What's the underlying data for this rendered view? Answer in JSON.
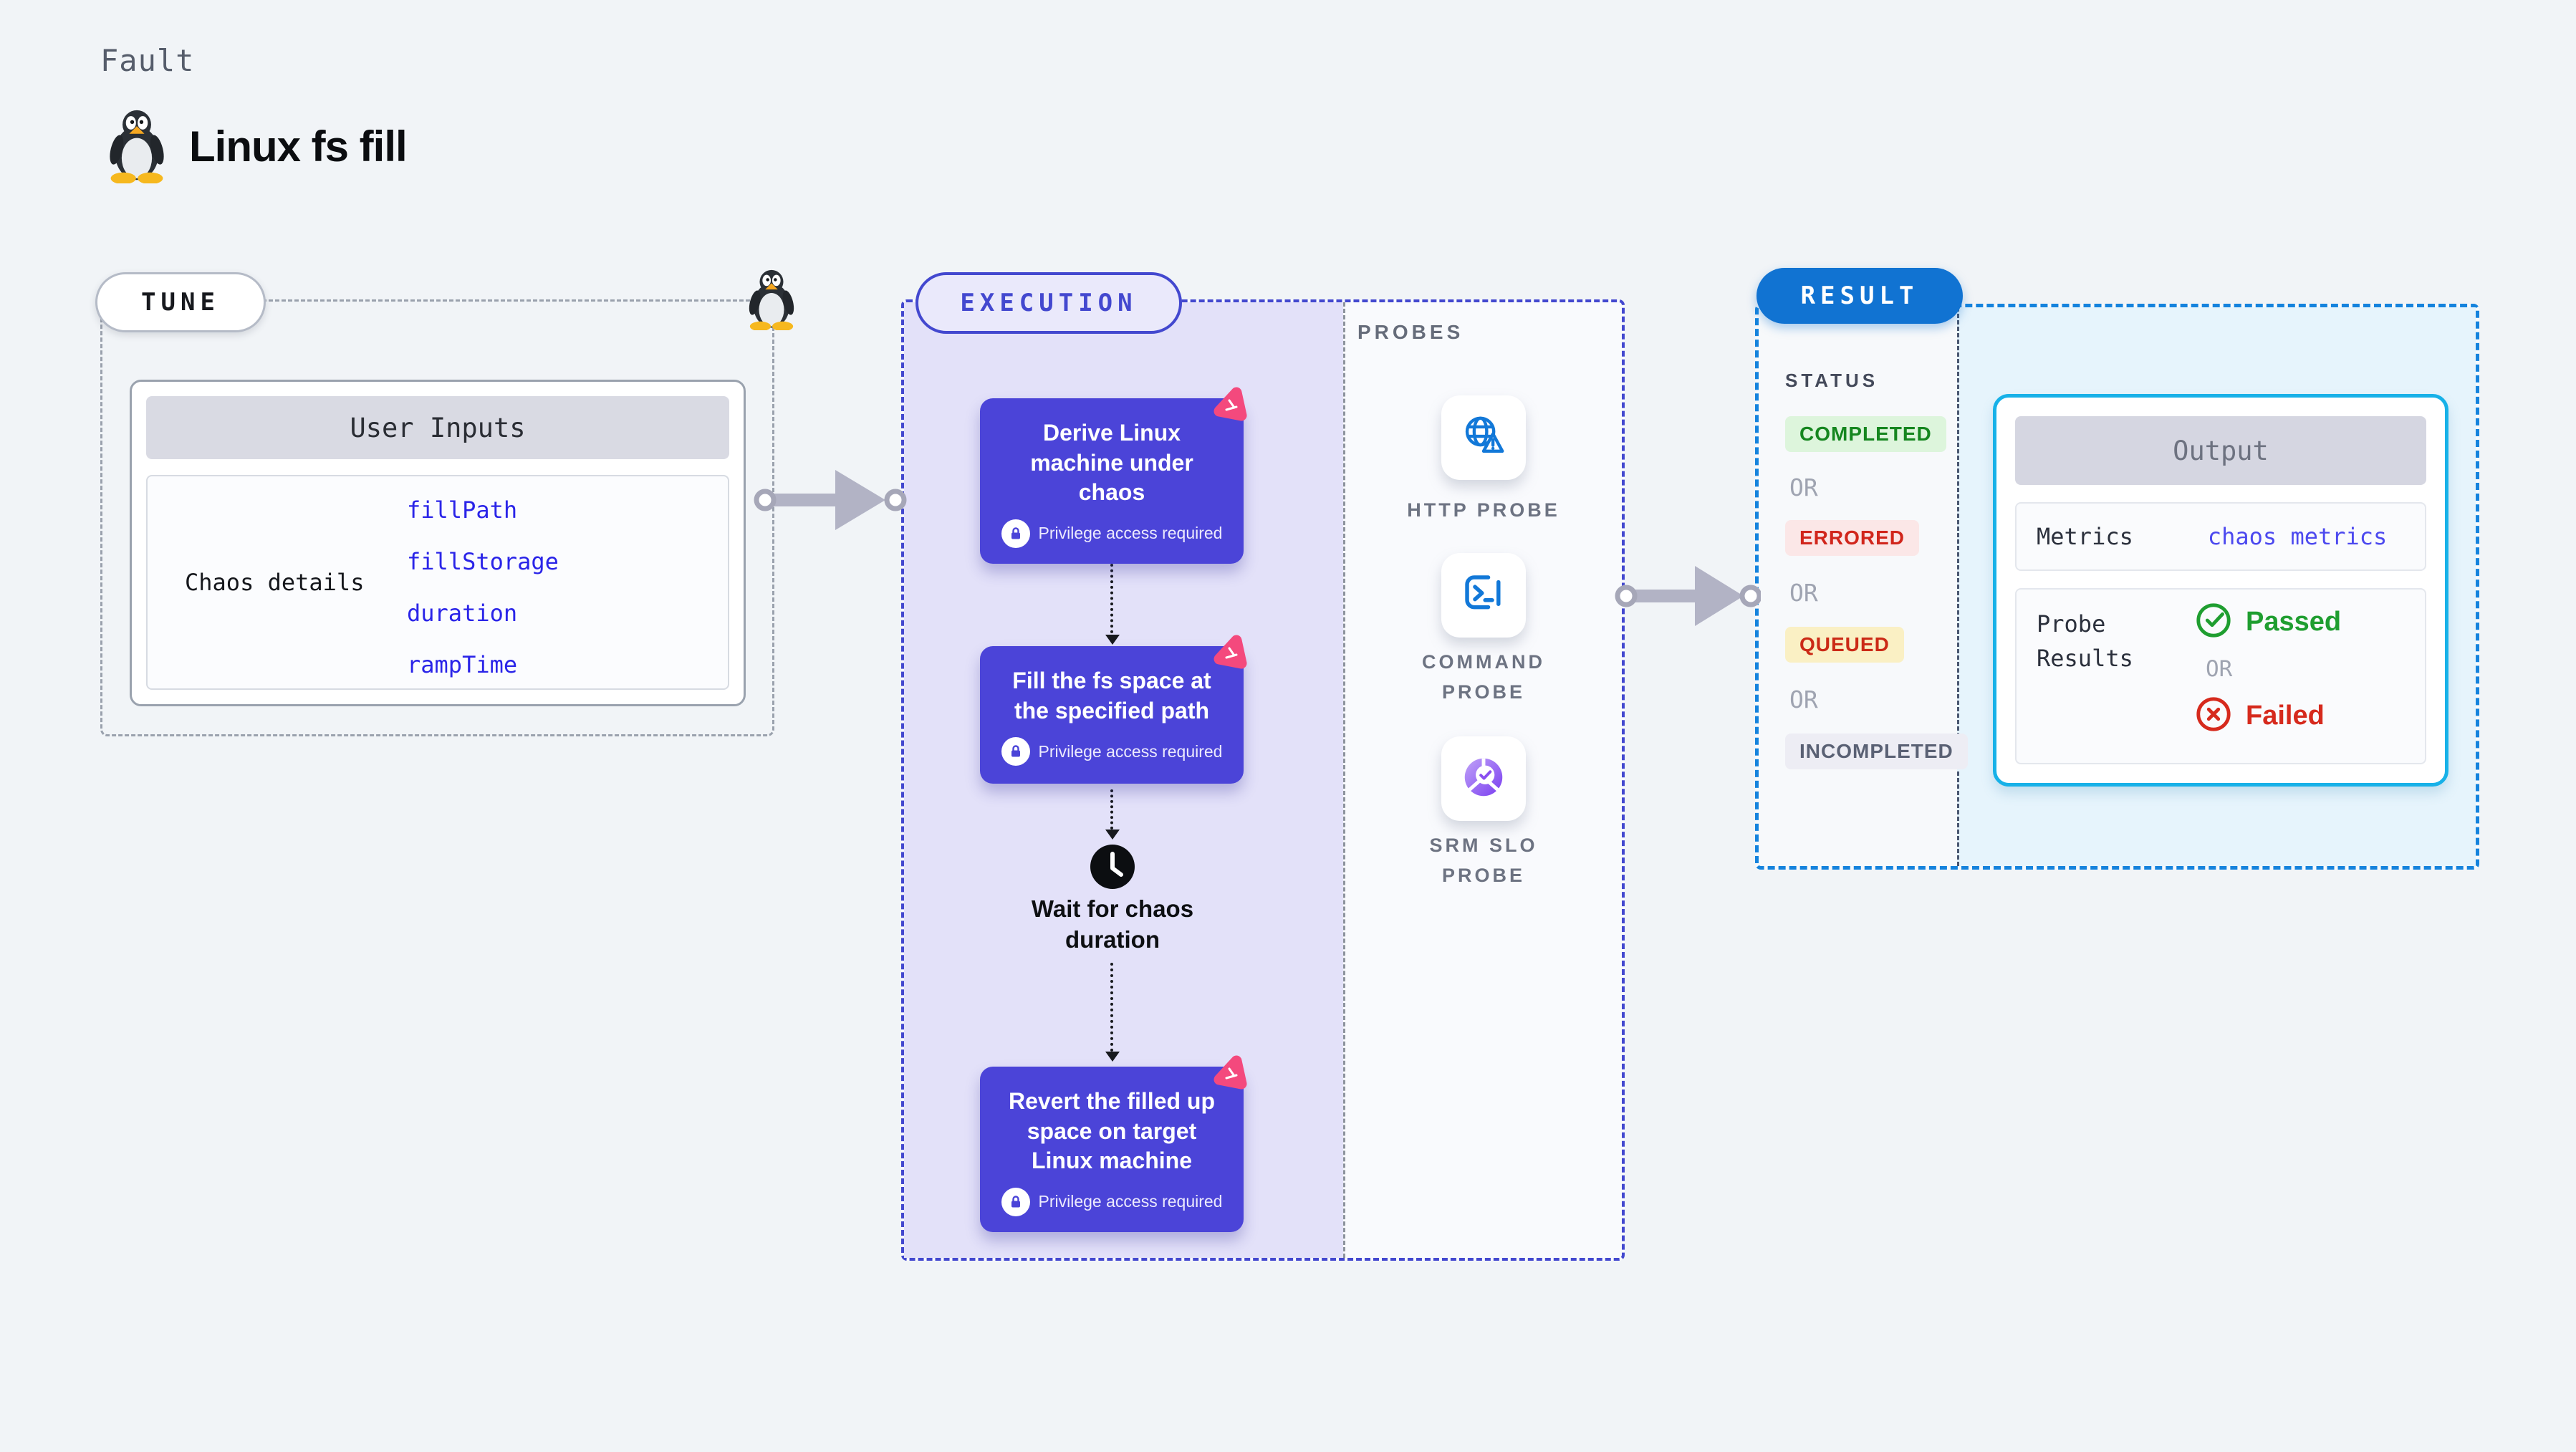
{
  "header": {
    "kicker": "Fault",
    "title": "Linux fs fill"
  },
  "tune": {
    "pill": "TUNE",
    "card": {
      "header": "User Inputs",
      "row_label": "Chaos details",
      "params": [
        "fillPath",
        "fillStorage",
        "duration",
        "rampTime"
      ]
    }
  },
  "execution": {
    "pill": "EXECUTION",
    "steps": [
      {
        "title": "Derive Linux machine under chaos",
        "badge": "Privilege access required"
      },
      {
        "title": "Fill the fs space at the specified path",
        "badge": "Privilege access required"
      },
      {
        "title": "Revert the filled up space on target Linux machine",
        "badge": "Privilege access required"
      }
    ],
    "wait_label": "Wait for chaos duration"
  },
  "probes": {
    "title": "PROBES",
    "items": [
      {
        "label": "HTTP PROBE",
        "icon": "http-probe-icon"
      },
      {
        "label": "COMMAND PROBE",
        "icon": "command-probe-icon"
      },
      {
        "label": "SRM SLO PROBE",
        "icon": "srm-slo-probe-icon"
      }
    ]
  },
  "result": {
    "pill": "RESULT",
    "status_title": "STATUS",
    "or": "OR",
    "statuses": [
      {
        "label": "COMPLETED",
        "style": "color:#15861f;background:#ddf5dc;"
      },
      {
        "label": "ERRORED",
        "style": "color:#d1261c;background:#fbe7e7;"
      },
      {
        "label": "QUEUED",
        "style": "color:#cb2a16;background:#faf0c4;"
      },
      {
        "label": "INCOMPLETED",
        "style": "color:#5a6174;background:#ededf4;"
      }
    ],
    "output": {
      "header": "Output",
      "metrics_label": "Metrics",
      "metrics_value": "chaos metrics",
      "probe_results_label": "Probe Results",
      "passed": "Passed",
      "failed": "Failed"
    }
  },
  "colors": {
    "page_bg": "#f1f4f7",
    "execution_accent": "#4348cf",
    "execution_fill": "#e3e1f9",
    "step_card": "#4b44d8",
    "tune_border": "#9aa1ad",
    "result_accent": "#1583dd",
    "result_pill": "#1173d2",
    "result_fill": "#e6f4fc",
    "output_border": "#17b1e8",
    "param_text": "#2a24e8",
    "metrics_value_text": "#4c49ef",
    "passed_green": "#1f9e30",
    "failed_red": "#d62a1d",
    "chaos_icon_pink": "#f4497d",
    "probe_icon_blue": "#1278d8",
    "srm_icon_purple": "#7a3df0"
  }
}
